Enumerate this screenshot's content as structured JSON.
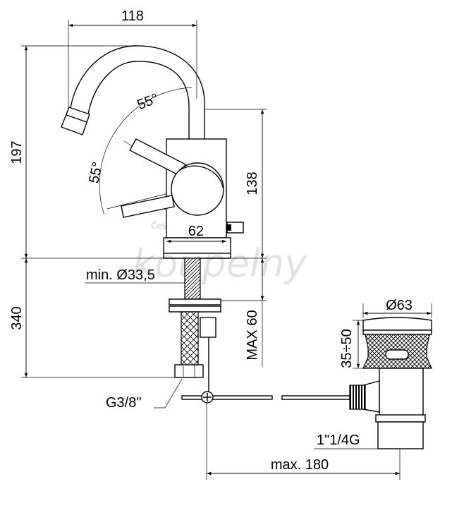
{
  "dimensions": {
    "spout_reach": "118",
    "total_height": "197",
    "lever_angle_upper": "55°",
    "lever_angle_lower": "55°",
    "body_height": "138",
    "base_diameter": "62",
    "hole_diameter": "min. Ø33,5",
    "underside_length": "340",
    "max_deck_thickness": "MAX 60",
    "supply_thread": "G3/8\"",
    "waste_diameter": "Ø63",
    "waste_adjust_range": "35÷50",
    "waste_thread": "1\"1/4G",
    "rod_reach": "max. 180"
  },
  "watermark": {
    "small": "Česk",
    "large": "koupelny"
  },
  "colors": {
    "line": "#000000",
    "background": "#ffffff",
    "watermark": "#e2e2e2"
  }
}
